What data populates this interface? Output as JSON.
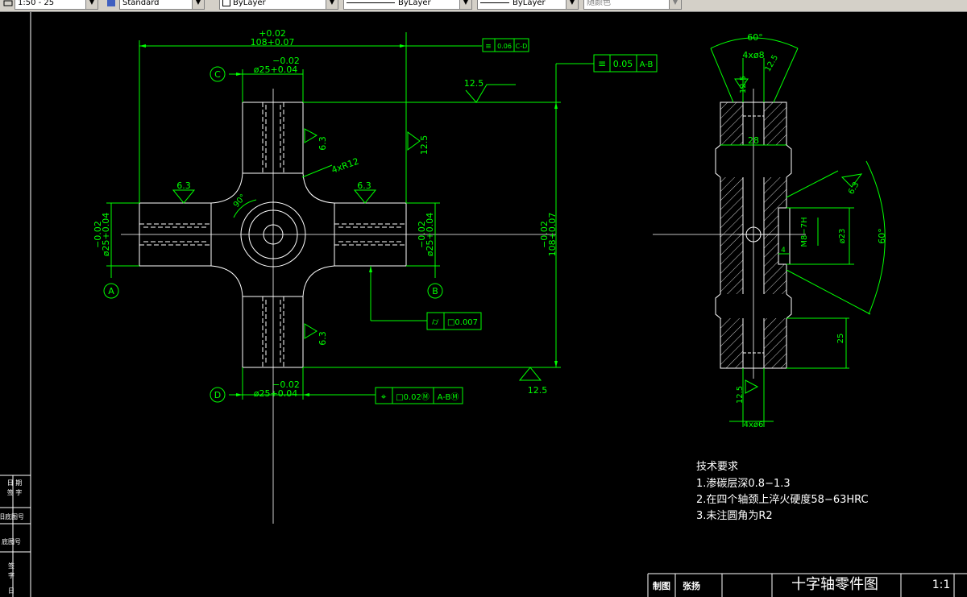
{
  "toolbar": {
    "scale_value": "1:50 - 25",
    "text_style": "Standard",
    "layer": "ByLayer",
    "linetype": "ByLayer",
    "lineweight": "ByLayer",
    "color": "随颜色"
  },
  "dimensions": {
    "overall_top_tol": "+0.02",
    "overall_top": "108+0.07",
    "bore_c_tol": "−0.02",
    "bore_c": "ø25+0.04",
    "bore_d_tol": "−0.02",
    "bore_d": "ø25+0.04",
    "left_tol": "−0.02",
    "left": "ø25+0.04",
    "right_tol": "−0.02",
    "right": "ø25+0.04",
    "overall_right_tol": "−0.02",
    "overall_right": "108+0.07",
    "fillet": "4xR12",
    "angle": "90°",
    "side_angle_top": "60°",
    "side_holes_top": "4xø8",
    "side_width": "28",
    "side_thread": "M8−7H",
    "side_dia": "ø23",
    "side_4": "4",
    "side_angle_right": "60°",
    "side_25": "25",
    "side_holes_bottom": "4xø6"
  },
  "roughness": {
    "top": "12.5",
    "right_arm": "12.5",
    "top_arm": "6.3",
    "left_arm": "6.3",
    "right_arm_6": "6.3",
    "bottom_arm": "6.3",
    "bottom": "12.5",
    "side_top_a": "12.5",
    "side_top_b": "12.5",
    "side_right": "6.3",
    "side_bottom": "12.5"
  },
  "tolerance_frames": {
    "top_small": {
      "symbol": "≡",
      "value": "0.06",
      "datum": "C-D"
    },
    "top_right": {
      "symbol": "≡",
      "value": "0.05",
      "datum": "A-B"
    },
    "middle": {
      "symbol": "⌭",
      "value": "□0.007"
    },
    "bottom": {
      "symbol": "⌖",
      "value": "□0.02Ⓜ",
      "datum": "A-BⓂ"
    }
  },
  "datums": {
    "a": "A",
    "b": "B",
    "c": "C",
    "d": "D"
  },
  "tech_requirements": {
    "title": "技术要求",
    "item1": "1.渗碳层深0.8−1.3",
    "item2": "2.在四个轴颈上淬火硬度58−63HRC",
    "item3": "3.未注圆角为R2"
  },
  "title_block": {
    "drawn_by": "制图",
    "checked_by": "张扬",
    "part_name": "十字轴零件图",
    "scale": "1:1"
  },
  "left_block": {
    "row1a": "日 期",
    "row1b": "签 字",
    "row2": "旧底图号",
    "row3": "底图号",
    "row4a": "签",
    "row4b": "字",
    "row5": "日"
  },
  "colors": {
    "background": "#000000",
    "geometry": "#ffffff",
    "annotation": "#00ff00",
    "toolbar": "#d4d0c8"
  }
}
